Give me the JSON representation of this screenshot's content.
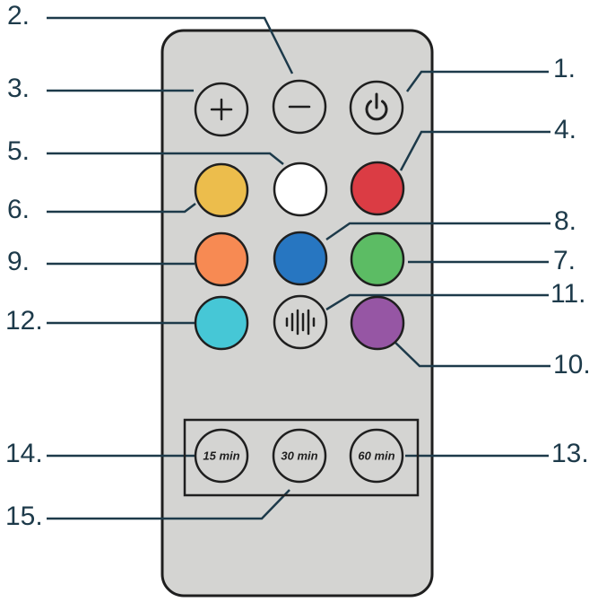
{
  "colors": {
    "body": "#d4d4d2",
    "outline": "#1f1f1f",
    "line": "#1d3a4a",
    "white": "#ffffff",
    "red": "#db3c44",
    "yellow": "#ecbd4c",
    "orange": "#f78a53",
    "blue": "#2776c1",
    "green": "#5cbc64",
    "cyan": "#46c7d6",
    "purple": "#9656a4"
  },
  "callouts": {
    "c1": "1.",
    "c2": "2.",
    "c3": "3.",
    "c4": "4.",
    "c5": "5.",
    "c6": "6.",
    "c7": "7.",
    "c8": "8.",
    "c9": "9.",
    "c10": "10.",
    "c11": "11.",
    "c12": "12.",
    "c13": "13.",
    "c14": "14.",
    "c15": "15."
  },
  "buttons": {
    "plus": {
      "icon": "plus-icon"
    },
    "minus": {
      "icon": "minus-icon"
    },
    "power": {
      "icon": "power-icon"
    },
    "sound": {
      "icon": "sound-wave-icon"
    }
  },
  "timers": {
    "t15": "15 min",
    "t30": "30 min",
    "t60": "60 min"
  }
}
